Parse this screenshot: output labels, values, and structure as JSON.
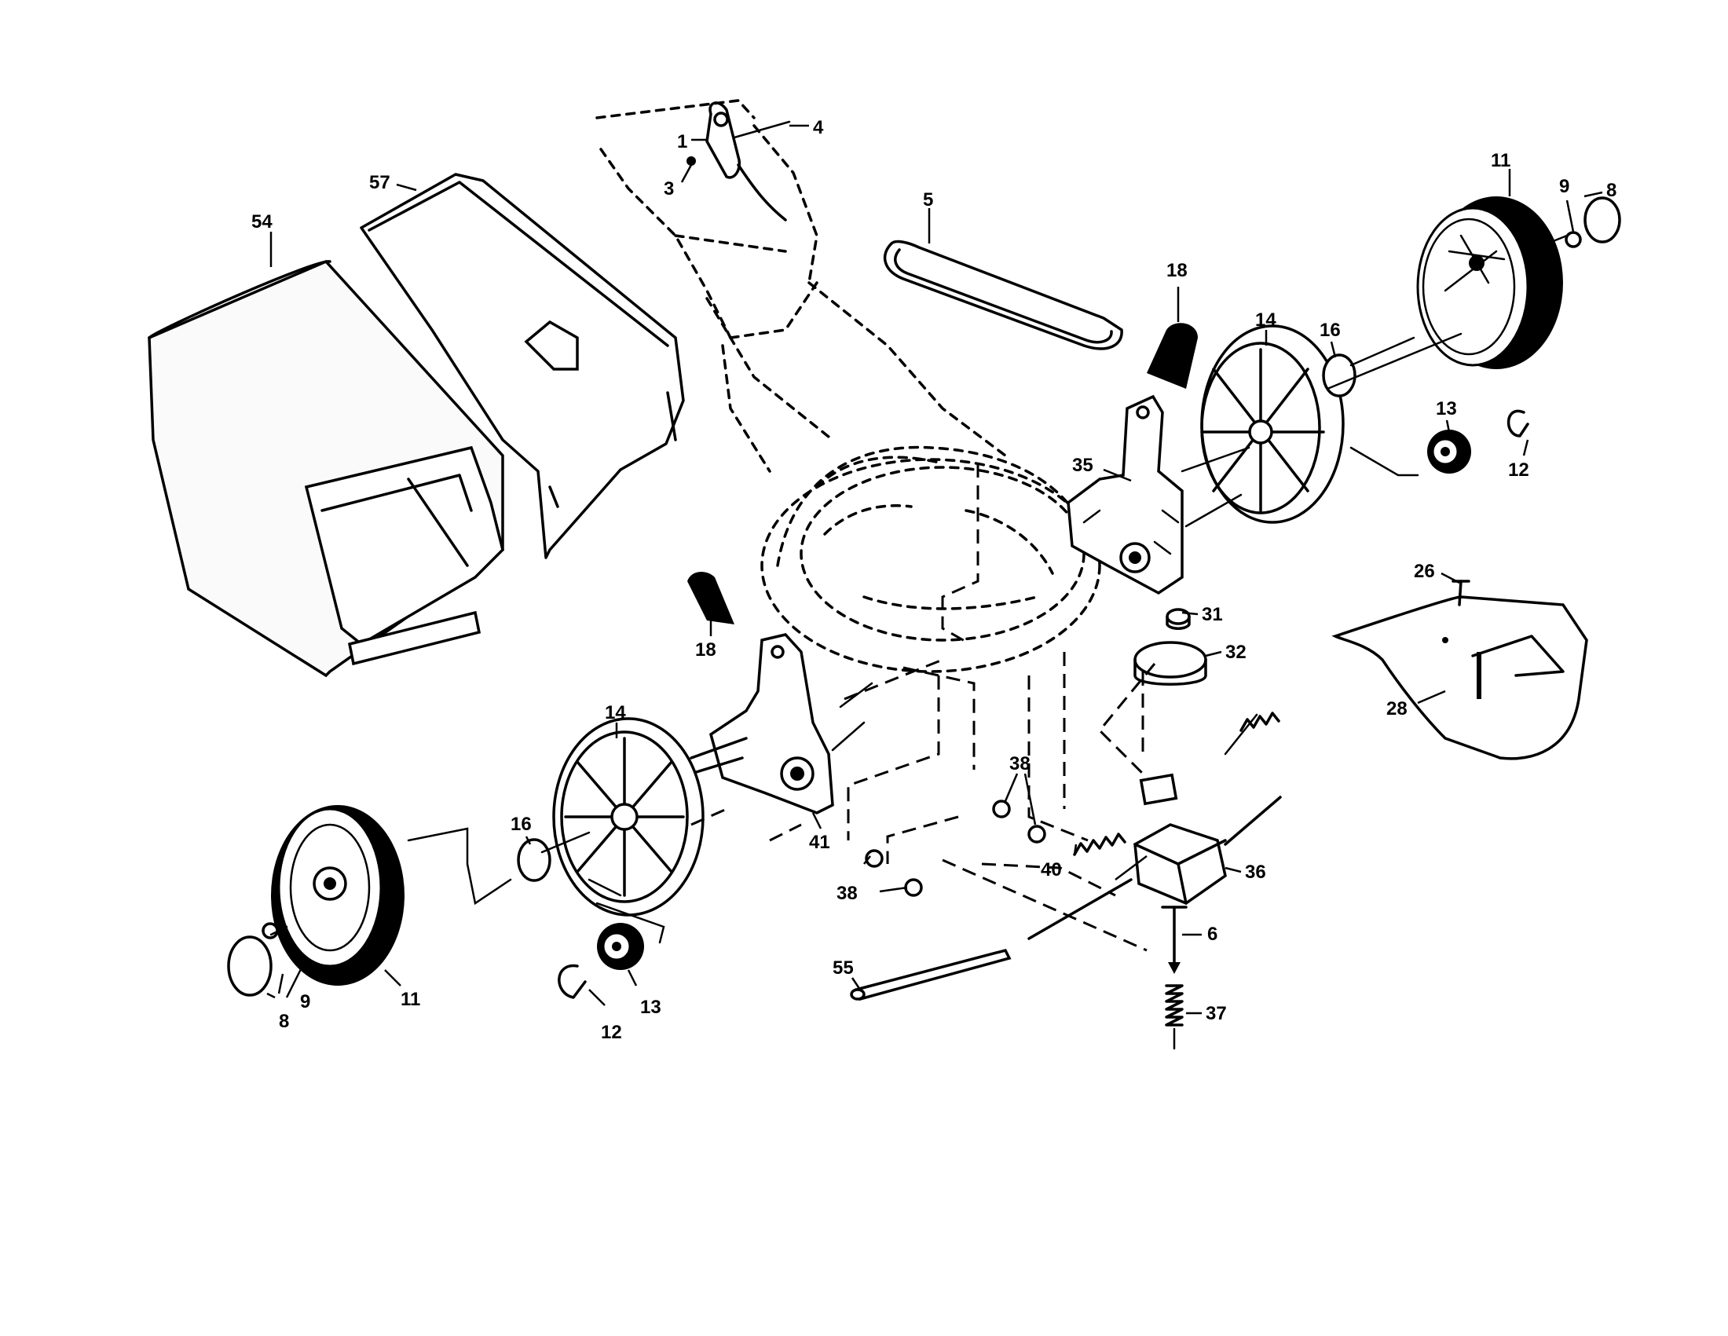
{
  "labels": {
    "l1": "1",
    "l3": "3",
    "l4": "4",
    "l5": "5",
    "l6": "6",
    "l8a": "8",
    "l8b": "8",
    "l9a": "9",
    "l9b": "9",
    "l11a": "11",
    "l11b": "11",
    "l12a": "12",
    "l12b": "12",
    "l13a": "13",
    "l13b": "13",
    "l14a": "14",
    "l14b": "14",
    "l16a": "16",
    "l16b": "16",
    "l18a": "18",
    "l18b": "18",
    "l26": "26",
    "l28": "28",
    "l31": "31",
    "l32": "32",
    "l35": "35",
    "l36": "36",
    "l37": "37",
    "l38a": "38",
    "l38b": "38",
    "l40": "40",
    "l41": "41",
    "l54": "54",
    "l55": "55",
    "l57": "57"
  }
}
